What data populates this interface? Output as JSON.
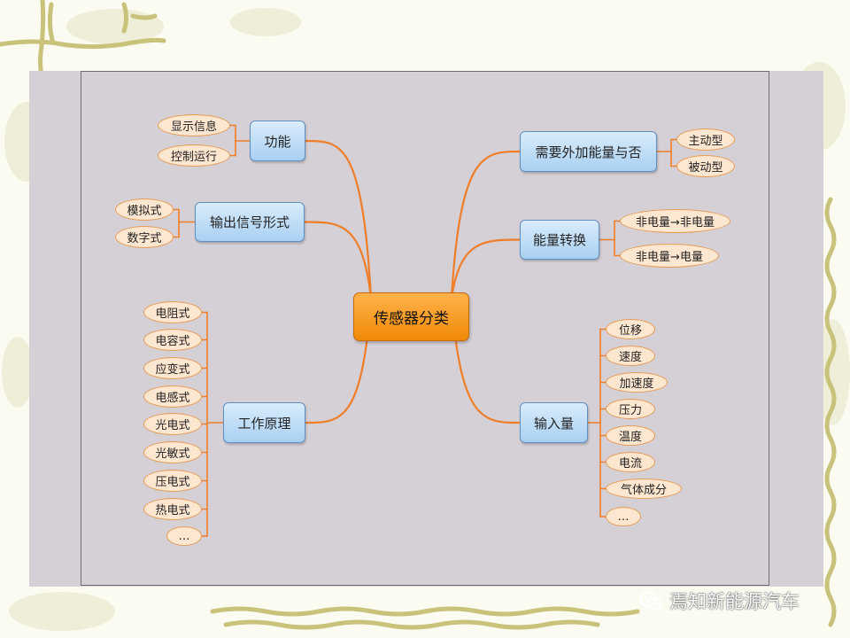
{
  "root": "传感器分类",
  "branches": {
    "function": {
      "label": "功能",
      "leaves": [
        "显示信息",
        "控制运行"
      ]
    },
    "output_signal": {
      "label": "输出信号形式",
      "leaves": [
        "模拟式",
        "数字式"
      ]
    },
    "principle": {
      "label": "工作原理",
      "leaves": [
        "电阻式",
        "电容式",
        "应变式",
        "电感式",
        "光电式",
        "光敏式",
        "压电式",
        "热电式",
        "…"
      ]
    },
    "energy_need": {
      "label": "需要外加能量与否",
      "leaves": [
        "主动型",
        "被动型"
      ]
    },
    "energy_conversion": {
      "label": "能量转换",
      "leaves": [
        "非电量→非电量",
        "非电量→电量"
      ]
    },
    "input": {
      "label": "输入量",
      "leaves": [
        "位移",
        "速度",
        "加速度",
        "压力",
        "温度",
        "电流",
        "气体成分",
        "…"
      ]
    }
  },
  "watermark": {
    "text": "焉知新能源汽车",
    "icon": "wechat-icon"
  },
  "colors": {
    "root_fill": "#f59a1c",
    "branch_fill": "#bcdcf7",
    "leaf_fill": "#fde7d1",
    "connector": "#f07d28",
    "panel": "#d4d0d5",
    "vine": "#c9c27a"
  }
}
